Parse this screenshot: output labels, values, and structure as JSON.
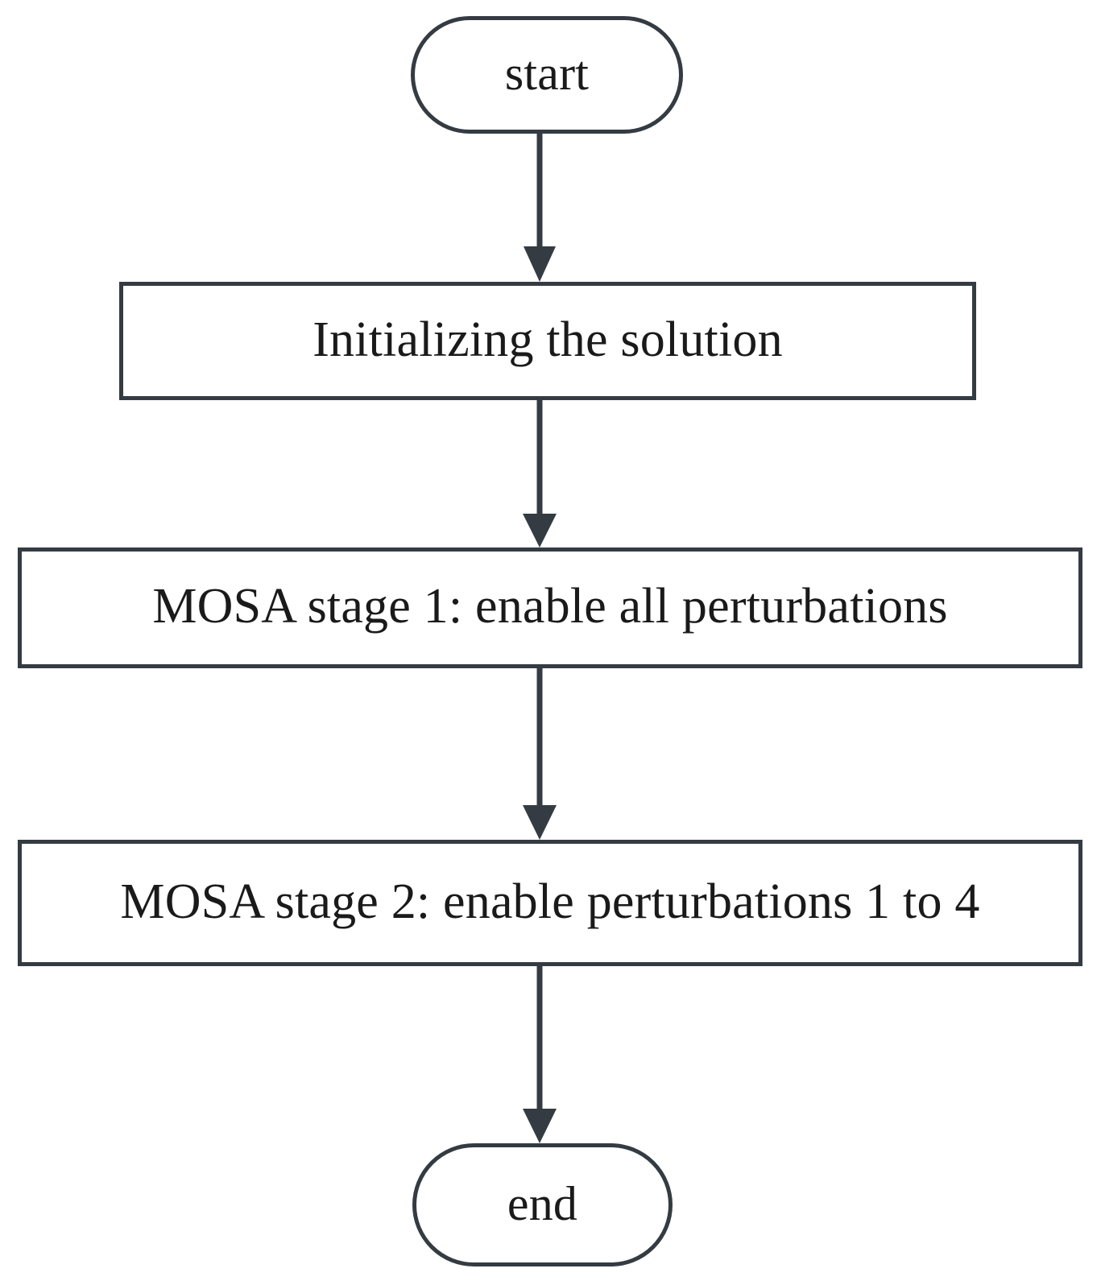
{
  "diagram": {
    "title": "MOSA two-stage algorithm flowchart",
    "type": "flowchart",
    "orientation": "top-to-bottom",
    "stroke_color": "#343b42",
    "text_color": "#1a1a1a",
    "background_color": "#ffffff"
  },
  "nodes": [
    {
      "id": "start",
      "shape": "terminator",
      "label": "start"
    },
    {
      "id": "init",
      "shape": "process",
      "label": "Initializing the solution"
    },
    {
      "id": "stage1",
      "shape": "process",
      "label": "MOSA stage 1: enable all perturbations"
    },
    {
      "id": "stage2",
      "shape": "process",
      "label": "MOSA stage 2: enable perturbations 1 to 4"
    },
    {
      "id": "end",
      "shape": "terminator",
      "label": "end"
    }
  ],
  "edges": [
    {
      "id": "edge-start-init",
      "from": "start",
      "to": "init",
      "label": "",
      "arrow": "down"
    },
    {
      "id": "edge-init-stage1",
      "from": "init",
      "to": "stage1",
      "label": "",
      "arrow": "down"
    },
    {
      "id": "edge-stage1-stage2",
      "from": "stage1",
      "to": "stage2",
      "label": "",
      "arrow": "down"
    },
    {
      "id": "edge-stage2-end",
      "from": "stage2",
      "to": "end",
      "label": "",
      "arrow": "down"
    }
  ]
}
